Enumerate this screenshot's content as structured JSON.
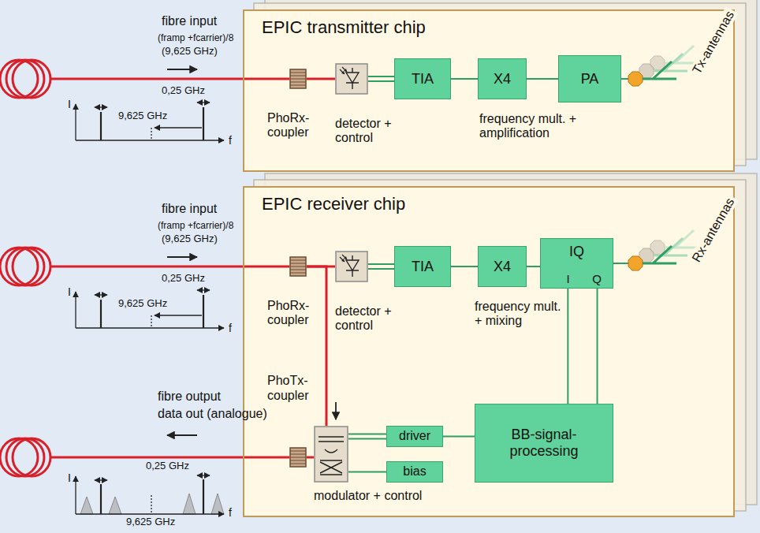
{
  "diagram": {
    "nodes": [
      {
        "text": [
          "EPIC transmitter chip"
        ]
      },
      {
        "text": [
          "PhoRx-coupler"
        ],
        "in": 0
      },
      {
        "text": [
          "detector + control"
        ],
        "in": 0
      },
      {
        "text": [
          "TIA"
        ],
        "in": 0
      },
      {
        "text": [
          "X4"
        ],
        "in": 0
      },
      {
        "text": [
          "PA"
        ],
        "in": 0
      },
      {
        "text": [
          "EPIC receiver chip"
        ]
      },
      {
        "text": [
          "PhoRx-coupler"
        ],
        "in": 6
      },
      {
        "text": [
          "detector + control"
        ],
        "in": 6
      },
      {
        "text": [
          "TIA"
        ],
        "in": 6
      },
      {
        "text": [
          "X4"
        ],
        "in": 6
      },
      {
        "text": [
          "IQ",
          "I",
          "Q"
        ],
        "in": 6
      },
      {
        "text": [
          "PhoTx-coupler"
        ],
        "in": 6
      },
      {
        "text": [
          "modulator + control"
        ],
        "in": 6
      },
      {
        "text": [
          "driver"
        ],
        "in": 6
      },
      {
        "text": [
          "bias"
        ],
        "in": 6
      },
      {
        "text": [
          "BB-signal- processing"
        ],
        "in": 6
      }
    ],
    "edges": [
      {
        "from": 1,
        "to": 2,
        "arrow": "none"
      },
      {
        "from": 2,
        "to": 3,
        "arrow": "none"
      },
      {
        "from": 3,
        "to": 4,
        "arrow": "none"
      },
      {
        "from": 4,
        "to": 5,
        "arrow": "none"
      },
      {
        "from": 7,
        "to": 8,
        "arrow": "none"
      },
      {
        "from": 8,
        "to": 9,
        "arrow": "none"
      },
      {
        "from": 9,
        "to": 10,
        "arrow": "none"
      },
      {
        "from": 10,
        "to": 11,
        "arrow": "none"
      },
      {
        "from": 7,
        "to": 13,
        "arrow": "none"
      },
      {
        "from": 12,
        "to": 13,
        "arrow": "none"
      },
      {
        "from": 14,
        "to": 13,
        "arrow": "none"
      },
      {
        "from": 15,
        "to": 13,
        "arrow": "none"
      },
      {
        "from": 16,
        "to": 14,
        "arrow": "none"
      },
      {
        "from": 11,
        "to": 16,
        "arrow": "none"
      },
      {
        "from": 11,
        "to": 16,
        "arrow": "none"
      }
    ],
    "labels": [
      "fibre input",
      "(framp +fcarrier)/8",
      "(9,625 GHz)",
      "0,25 GHz",
      "I",
      "9,625 GHz",
      "f",
      "frequency mult. + amplification",
      "Tx-antennas",
      "fibre input",
      "(framp +fcarrier)/8",
      "(9,625 GHz)",
      "0,25 GHz",
      "I",
      "9,625 GHz",
      "f",
      "frequency mult. + mixing",
      "Rx-antennas",
      "fibre output",
      "data out (analogue)",
      "0,25 GHz",
      "I",
      "9,625 GHz",
      "f"
    ]
  }
}
